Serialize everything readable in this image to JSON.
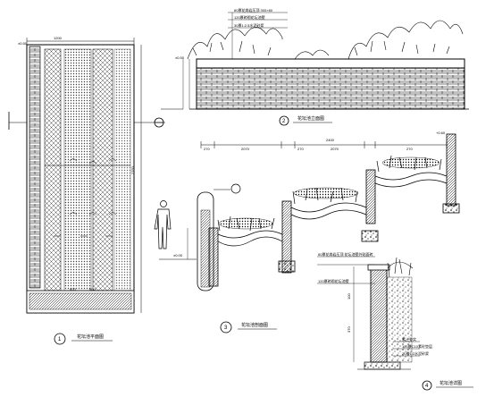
{
  "drawing": {
    "views": [
      {
        "number": "1",
        "title": "花坛池平面图"
      },
      {
        "number": "2",
        "title": "花坛池立面图"
      },
      {
        "number": "3",
        "title": "花坛池剖面图"
      },
      {
        "number": "4",
        "title": "花坛池详图"
      }
    ],
    "plan_dims": {
      "top_width": "1200",
      "height": "2750",
      "label_left": "±0.50",
      "label_bottom_a": "600",
      "label_bottom_b": "600"
    },
    "elevation_dims": {
      "level_left": "±0.50",
      "note_a": "60厚花岗岩压顶 300×60",
      "note_b": "120厚砖砌花坛池壁",
      "note_c": "30厚1:2.5水泥砂浆"
    },
    "section_dims": {
      "segments": [
        "270",
        "2070",
        "270",
        "2070",
        "270"
      ],
      "total": "2400",
      "level_right": "+0.60",
      "level_left": "±0.00"
    },
    "detail_notes": [
      "60厚花岗岩压顶 花坛池壁外贴面砖",
      "120厚砖砌花坛池壁",
      "100",
      "370",
      "素土夯实",
      "100厚C10素砼垫层",
      "20厚1:2水泥砂浆"
    ]
  }
}
